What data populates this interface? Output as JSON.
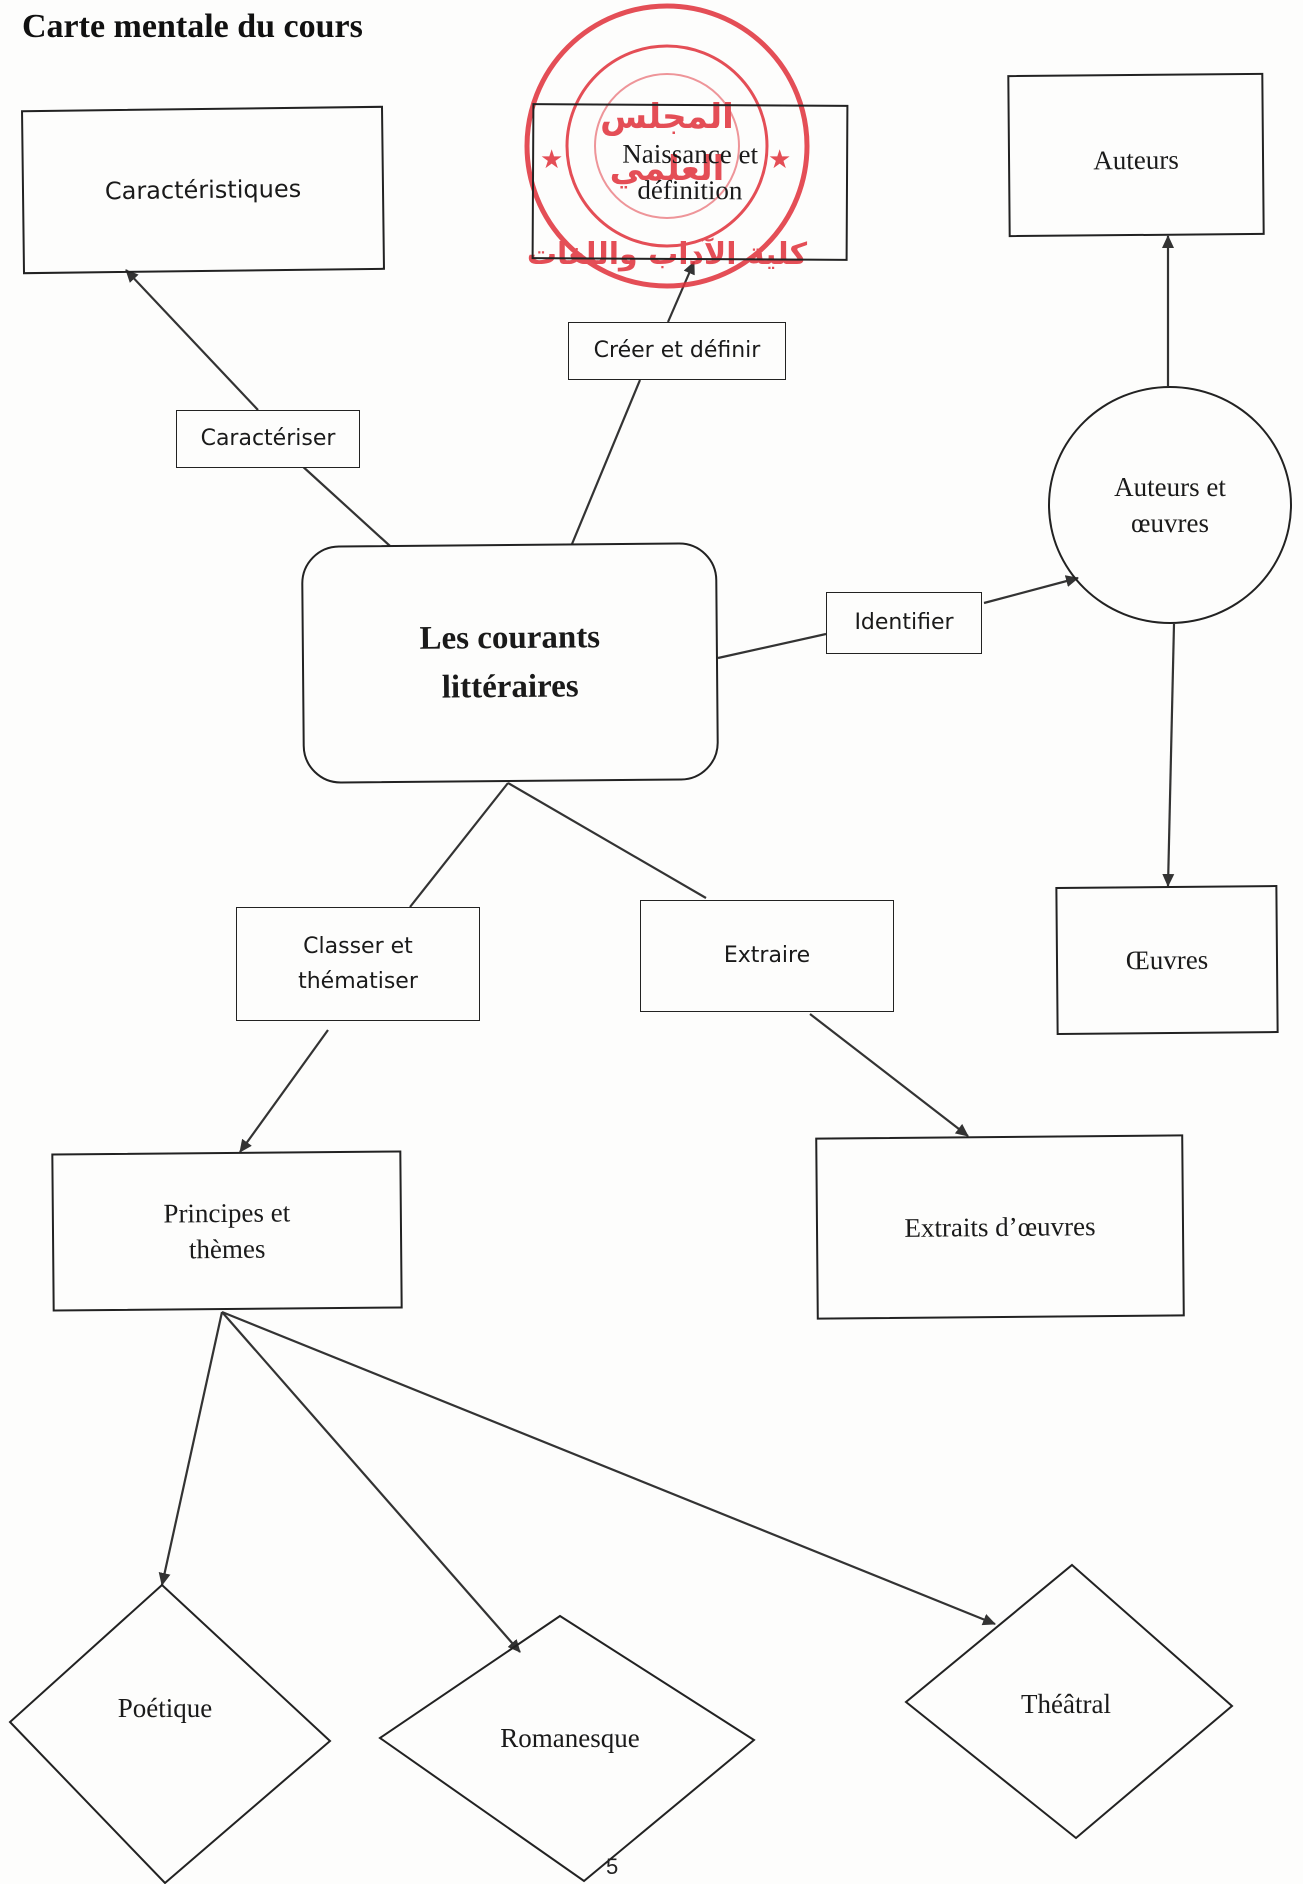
{
  "title": "Carte mentale du cours",
  "central": {
    "line1": "Les courants",
    "line2": "littéraires"
  },
  "nodes": {
    "caracteristiques": "Caractéristiques",
    "naissance": {
      "line1": "Naissance et",
      "line2": "définition"
    },
    "auteurs": "Auteurs",
    "auteurs_oeuvres": {
      "line1": "Auteurs et",
      "line2": "œuvres"
    },
    "oeuvres": "Œuvres",
    "principes": {
      "line1": "Principes et",
      "line2": "thèmes"
    },
    "extraits": "Extraits d’œuvres",
    "poetique": "Poétique",
    "romanesque": "Romanesque",
    "theatral": "Théâtral"
  },
  "edge_labels": {
    "caracteriser": "Caractériser",
    "creer": "Créer et définir",
    "identifier": "Identifier",
    "classer": {
      "line1": "Classer et",
      "line2": "thématiser"
    },
    "extraire": "Extraire"
  },
  "stamp_text": [
    "المجلس",
    "العلمي",
    "كلية الآداب واللغات"
  ],
  "page_number": "5",
  "colors": {
    "ink": "#222222",
    "stamp": "#e0303a"
  }
}
